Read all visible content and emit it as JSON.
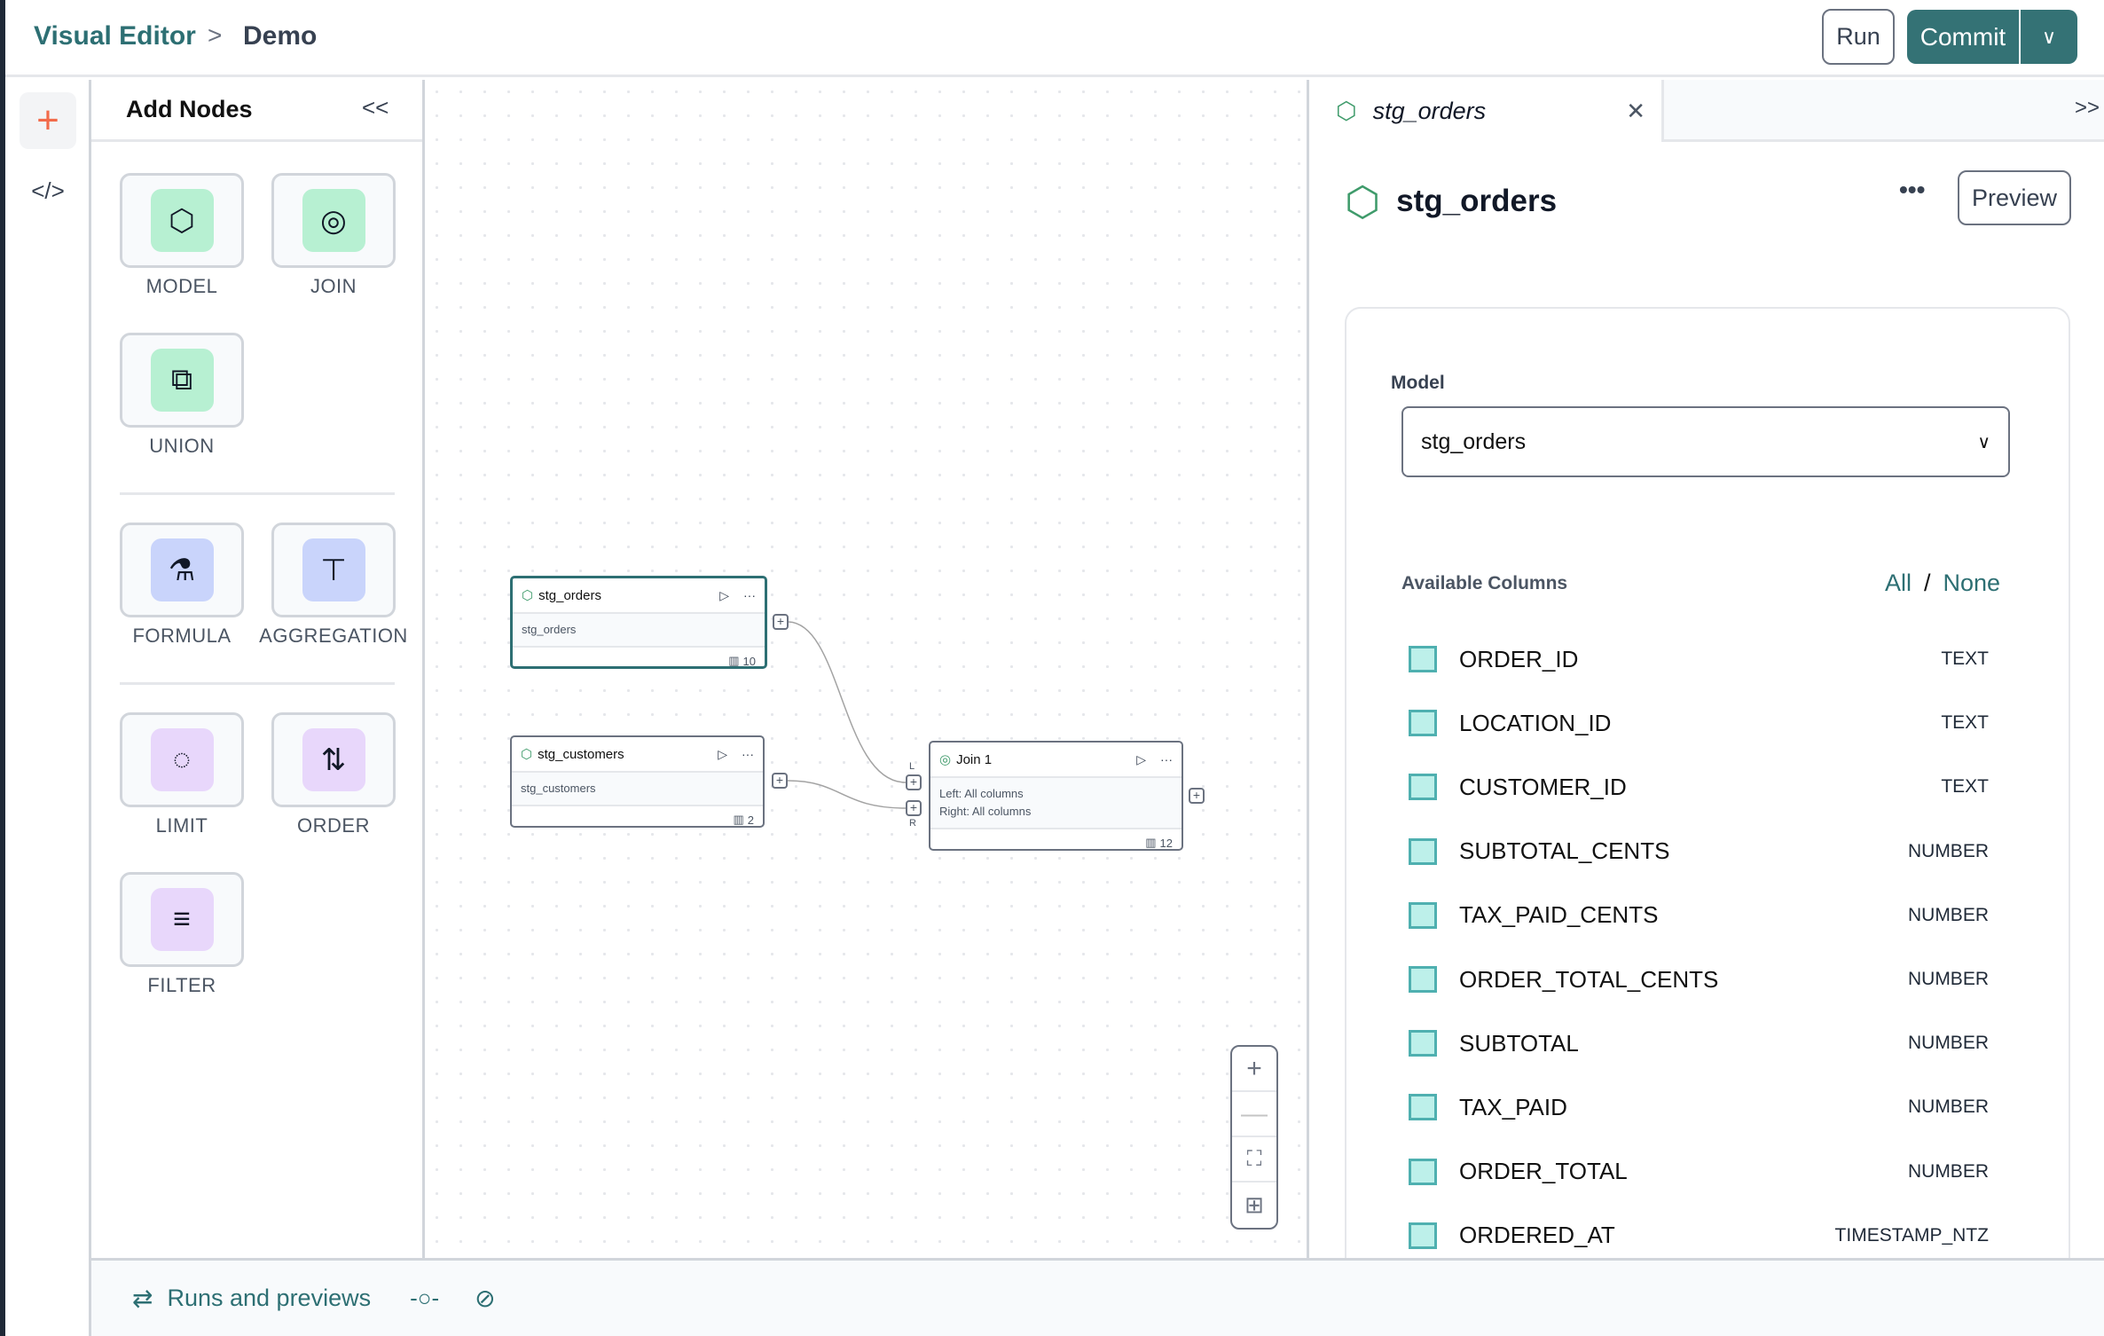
{
  "header": {
    "breadcrumb": [
      "Visual Editor",
      "Demo"
    ],
    "separator": ">",
    "run_label": "Run",
    "commit_label": "Commit"
  },
  "rail": {
    "items": [
      {
        "icon": "plus-icon",
        "label": "+"
      },
      {
        "icon": "code-icon",
        "label": "</>"
      }
    ]
  },
  "add_nodes": {
    "title": "Add Nodes",
    "collapse": "<<",
    "tiles": [
      {
        "label": "MODEL",
        "icon": "cube-icon",
        "color": "#b7f0d2"
      },
      {
        "label": "JOIN",
        "icon": "join-icon",
        "color": "#b7f0d2"
      },
      {
        "label": "UNION",
        "icon": "union-icon",
        "color": "#b7f0d2"
      },
      {
        "label": "FORMULA",
        "icon": "flask-icon",
        "color": "#c9d4fb"
      },
      {
        "label": "AGGREGATION",
        "icon": "aggregation-icon",
        "color": "#c9d4fb"
      },
      {
        "label": "LIMIT",
        "icon": "limit-icon",
        "color": "#e8d7fb"
      },
      {
        "label": "ORDER",
        "icon": "order-icon",
        "color": "#e8d7fb"
      },
      {
        "label": "FILTER",
        "icon": "filter-icon",
        "color": "#e8d7fb"
      }
    ]
  },
  "canvas": {
    "nodes": [
      {
        "title": "stg_orders",
        "body": "stg_orders",
        "columns": "10",
        "selected": true
      },
      {
        "title": "stg_customers",
        "body": "stg_customers",
        "columns": "2",
        "selected": false
      },
      {
        "title": "Join 1",
        "body_left": "Left: All columns",
        "body_right": "Right: All columns",
        "columns": "12",
        "handle_left": "L",
        "handle_right": "R"
      }
    ],
    "zoom_controls": [
      "+",
      "—",
      "⛶",
      "⊞"
    ]
  },
  "right_panel": {
    "tab_label": "stg_orders",
    "expand": ">>",
    "title": "stg_orders",
    "preview_label": "Preview",
    "model_label": "Model",
    "model_value": "stg_orders",
    "available_columns_label": "Available Columns",
    "all_label": "All",
    "slash": "/",
    "none_label": "None",
    "columns": [
      {
        "name": "ORDER_ID",
        "type": "TEXT"
      },
      {
        "name": "LOCATION_ID",
        "type": "TEXT"
      },
      {
        "name": "CUSTOMER_ID",
        "type": "TEXT"
      },
      {
        "name": "SUBTOTAL_CENTS",
        "type": "NUMBER"
      },
      {
        "name": "TAX_PAID_CENTS",
        "type": "NUMBER"
      },
      {
        "name": "ORDER_TOTAL_CENTS",
        "type": "NUMBER"
      },
      {
        "name": "SUBTOTAL",
        "type": "NUMBER"
      },
      {
        "name": "TAX_PAID",
        "type": "NUMBER"
      },
      {
        "name": "ORDER_TOTAL",
        "type": "NUMBER"
      },
      {
        "name": "ORDERED_AT",
        "type": "TIMESTAMP_NTZ"
      }
    ]
  },
  "bottom": {
    "runs_label": "Runs and previews"
  },
  "colors": {
    "accent": "#2d6f73",
    "checkbox": "#bdf0ea"
  }
}
